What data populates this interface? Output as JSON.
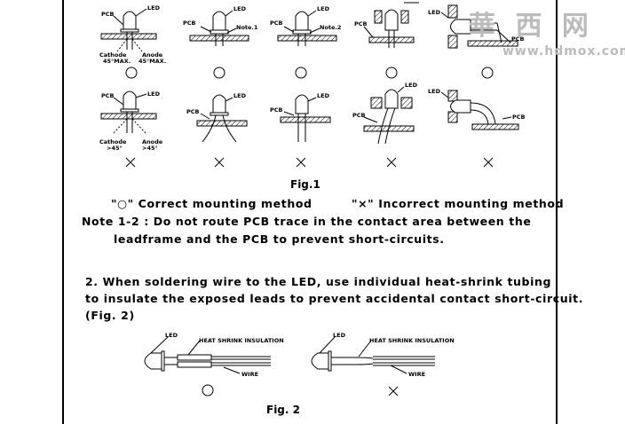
{
  "fig1": {
    "row1": [
      {
        "labels": [
          "PCB",
          "LED"
        ],
        "notes": [
          "Cathode",
          "45°MAX.",
          "Anode",
          "45°MAX."
        ],
        "mark": "○"
      },
      {
        "labels": [
          "PCB",
          "LED",
          "Note.1"
        ],
        "mark": "○"
      },
      {
        "labels": [
          "PCB",
          "LED",
          "Note.2"
        ],
        "mark": "○"
      },
      {
        "labels": [
          "PCB"
        ],
        "mark": "○"
      },
      {
        "labels": [
          "LED",
          "PCB"
        ],
        "mark": "○"
      }
    ],
    "row2": [
      {
        "labels": [
          "PCB",
          "LED"
        ],
        "notes": [
          "Cathode",
          ">45°",
          "Anode",
          ">45°"
        ],
        "mark": "×"
      },
      {
        "labels": [
          "PCB",
          "LED"
        ],
        "mark": "×"
      },
      {
        "labels": [
          "PCB",
          "LED"
        ],
        "mark": "×"
      },
      {
        "labels": [
          "PCB",
          "LED"
        ],
        "mark": "×"
      },
      {
        "labels": [
          "LED",
          "PCB"
        ],
        "mark": "×"
      }
    ],
    "caption": "Fig.1"
  },
  "legend": {
    "correct": "\"○\"  Correct mounting method",
    "incorrect": "\"×\"  Incorrect mounting method"
  },
  "note": {
    "line1": "Note 1-2 : Do not route PCB trace in the contact area between the",
    "line2": "leadframe and the PCB to prevent short-circuits."
  },
  "section2": {
    "line1": "2. When soldering wire to the LED, use individual heat-shrink tubing",
    "line2": "to insulate the exposed leads to prevent accidental contact short-circuit.",
    "line3": "(Fig. 2)"
  },
  "fig2": {
    "left": {
      "led": "LED",
      "insulation": "HEAT SHRINK INSULATION",
      "wire": "WIRE",
      "mark": "○"
    },
    "right": {
      "led": "LED",
      "insulation": "HEAT SHRINK INSULATION",
      "wire": "WIRE",
      "mark": "×"
    },
    "caption": "Fig. 2"
  },
  "watermark": {
    "chinese": "華 西 网",
    "url": "www.hdmox.com"
  }
}
